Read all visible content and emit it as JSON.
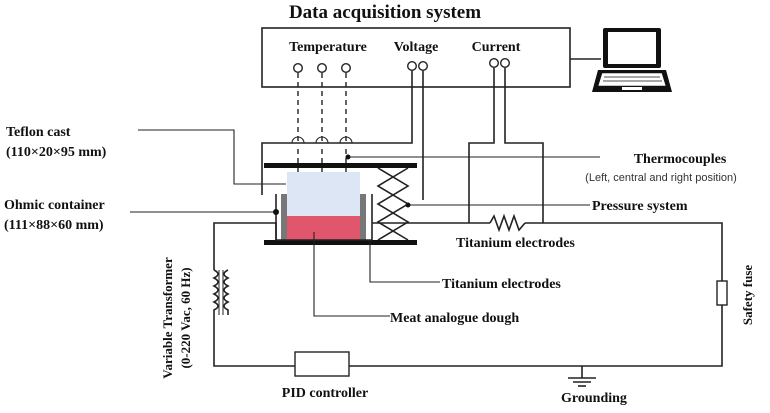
{
  "title": "Data acquisition system",
  "daq": {
    "temperature": "Temperature",
    "voltage": "Voltage",
    "current": "Current"
  },
  "labels": {
    "teflon_cast": "Teflon cast",
    "teflon_dims": "(110×20×95 mm)",
    "ohmic_container": "Ohmic container",
    "ohmic_dims": "(111×88×60 mm)",
    "thermocouples": "Thermocouples",
    "thermocouples_note": "(Left, central and right position)",
    "pressure_system": "Pressure system",
    "titanium_electrodes_top": "Titanium electrodes",
    "titanium_electrodes_bottom": "Titanium electrodes",
    "meat_dough": "Meat analogue dough",
    "variable_transformer_line1": "Variable Transformer",
    "variable_transformer_line2": "(0-220 Vac, 60 Hz)",
    "safety_fuse": "Safety fuse",
    "pid_controller": "PID controller",
    "grounding": "Grounding"
  },
  "colors": {
    "teflon": "#dde6f5",
    "dough": "#e0566c",
    "electrode": "#777777",
    "line": "#222222"
  }
}
